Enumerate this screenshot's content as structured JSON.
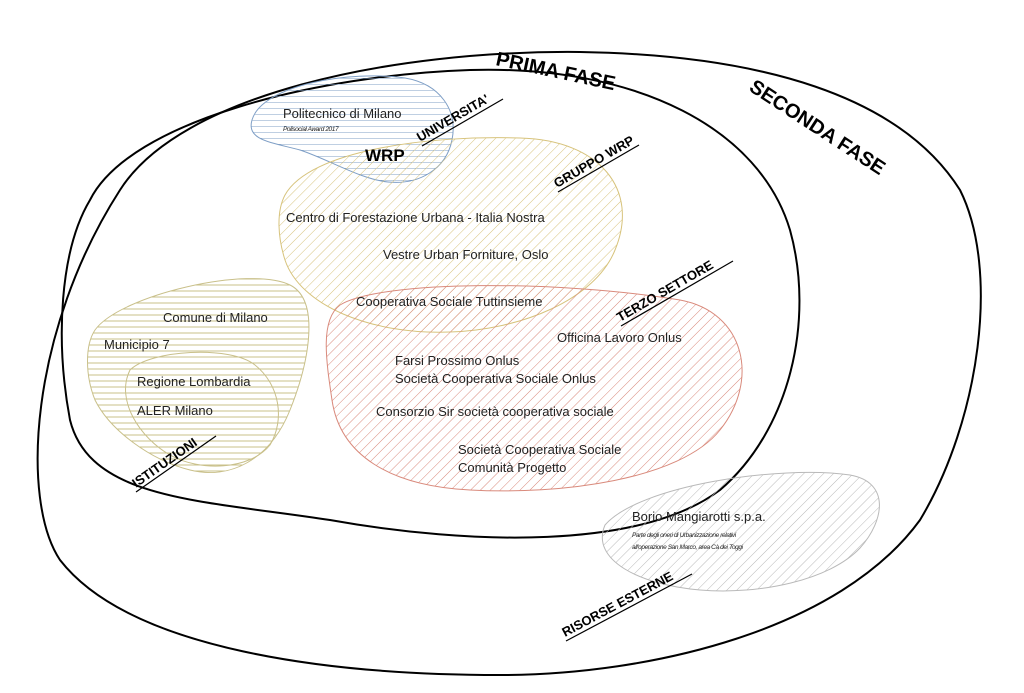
{
  "phases": {
    "prima_fase": "PRIMA FASE",
    "seconda_fase": "SECONDA FASE"
  },
  "groups": {
    "universita": "UNIVERSITA'",
    "gruppo_wrp": "GRUPPO WRP",
    "terzo_settore": "TERZO SETTORE",
    "istituzioni": "ISTITUZIONI",
    "risorse_esterne": "RISORSE ESTERNE"
  },
  "universita": {
    "politecnico": "Politecnico di Milano",
    "note": "Polisocial Award 2017"
  },
  "wrp": "WRP",
  "gruppo_wrp": {
    "centro_forestazione": "Centro di Forestazione Urbana - Italia Nostra",
    "vestre": "Vestre Urban Forniture, Oslo",
    "tuttinsieme": "Cooperativa Sociale Tuttinsieme"
  },
  "terzo_settore": {
    "officina": "Officina Lavoro Onlus",
    "farsi_prossimo_1": "Farsi Prossimo Onlus",
    "farsi_prossimo_2": "Società Cooperativa Sociale Onlus",
    "consorzio_sir": "Consorzio Sir società cooperativa sociale",
    "comunita_1": "Società Cooperativa Sociale",
    "comunita_2": "Comunità Progetto"
  },
  "istituzioni": {
    "comune": "Comune di Milano",
    "municipio": "Municipio 7",
    "regione": "Regione Lombardia",
    "aler": "ALER Milano"
  },
  "risorse_esterne": {
    "borio": "Borio Mangiarotti s.p.a.",
    "note_1": "Parte degli oneri di Urbanizzazione relativi",
    "note_2": "all'operazione San Marco, area Cà dei Toggi"
  },
  "colors": {
    "outline": "#000000",
    "universita_hatch": "#7f9fc6",
    "gruppo_wrp_hatch": "#d7c37c",
    "terzo_settore_hatch": "#d98a7c",
    "istituzioni_hatch": "#c9c08a",
    "risorse_hatch": "#b9b9b9"
  }
}
